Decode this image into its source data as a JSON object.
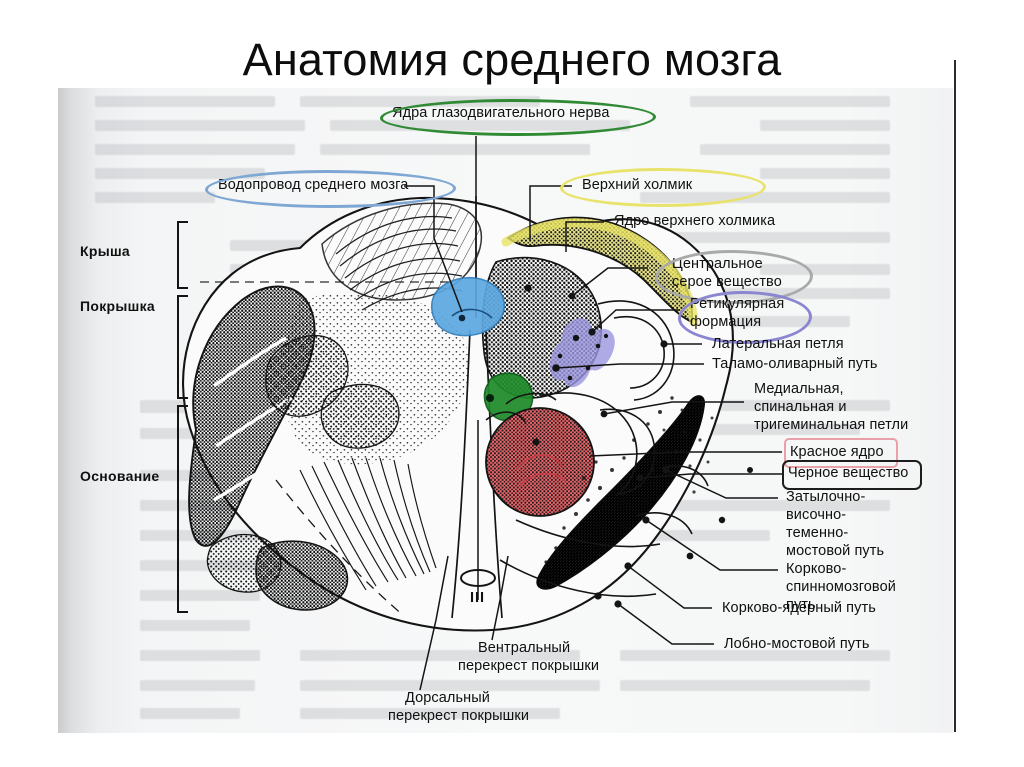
{
  "title": "Анатомия среднего мозга",
  "colors": {
    "green_ring": "#2f8a33",
    "blue_ring": "#7fa7d4",
    "yellow_ring": "#e8e36a",
    "gray_ring": "#a9a9a9",
    "violet_ring": "#8a86cf",
    "red_ring": "#eaa0a8",
    "dark_ring": "#1d1d1d",
    "aqueduct_blue": "#5ca8e0",
    "red_nucleus": "#f0666b",
    "reticular_violet": "#9a96e0",
    "green_nucleus": "#1f8c2a",
    "gray_matter": "#9b9b9b",
    "substantia_nigra": "#151515",
    "ink": "#101010",
    "page": "#f5f6f7"
  },
  "left_labels": [
    {
      "id": "kryscha",
      "text": "Крыша"
    },
    {
      "id": "pokryshka",
      "text": "Покрышка"
    },
    {
      "id": "osnovanie",
      "text": "Основание"
    }
  ],
  "top_labels": [
    {
      "id": "oculomotor-nuclei",
      "text": "Ядра глазодвигательного нерва",
      "ring": "green"
    },
    {
      "id": "cerebral-aqueduct",
      "text": "Водопровод среднего мозга",
      "ring": "blue"
    },
    {
      "id": "superior-colliculus",
      "text": "Верхний холмик",
      "ring": "yellow"
    },
    {
      "id": "superior-colliculus-nucleus",
      "text": "Ядро верхнего холмика",
      "ring": "none"
    }
  ],
  "right_labels": [
    {
      "id": "central-gray-matter",
      "line1": "Центральное",
      "line2": "серое вещество",
      "ring": "gray"
    },
    {
      "id": "reticular-formation",
      "line1": "Ретикулярная",
      "line2": "формация",
      "ring": "violet"
    },
    {
      "id": "lateral-lemniscus",
      "line1": "Латеральная петля",
      "ring": "none"
    },
    {
      "id": "thalamo-olivary-tract",
      "line1": "Таламо-оливарный путь",
      "ring": "none"
    },
    {
      "id": "medial-spinal-trigeminal-lemnisci",
      "line1": "Медиальная,",
      "line2": "спинальная и",
      "line3": "тригеминальная петли",
      "ring": "none"
    },
    {
      "id": "red-nucleus",
      "line1": "Красное ядро",
      "ring": "red"
    },
    {
      "id": "substantia-nigra",
      "line1": "Черное вещество",
      "ring": "dark"
    },
    {
      "id": "occipito-temporo-parieto-pontine-tract",
      "line1": "Затылочно-",
      "line2": "височно-",
      "line3": "теменно-",
      "line4": "мостовой путь",
      "ring": "none"
    },
    {
      "id": "corticospinal-tract",
      "line1": "Корково-",
      "line2": "спинномозговой",
      "line3": "путь",
      "ring": "none"
    },
    {
      "id": "corticonuclear-tract",
      "line1": "Корково-ядерный путь",
      "ring": "none"
    },
    {
      "id": "fronto-pontine-tract",
      "line1": "Лобно-мостовой путь",
      "ring": "none"
    }
  ],
  "bottom_labels": [
    {
      "id": "ventral-tegmental-decussation",
      "line1": "Вентральный",
      "line2": "перекрест покрышки"
    },
    {
      "id": "dorsal-tegmental-decussation",
      "line1": "Дорсальный",
      "line2": "перекрест покрышки"
    }
  ],
  "nerve_marker": {
    "id": "oculomotor-nerve-iii",
    "text": "III"
  }
}
